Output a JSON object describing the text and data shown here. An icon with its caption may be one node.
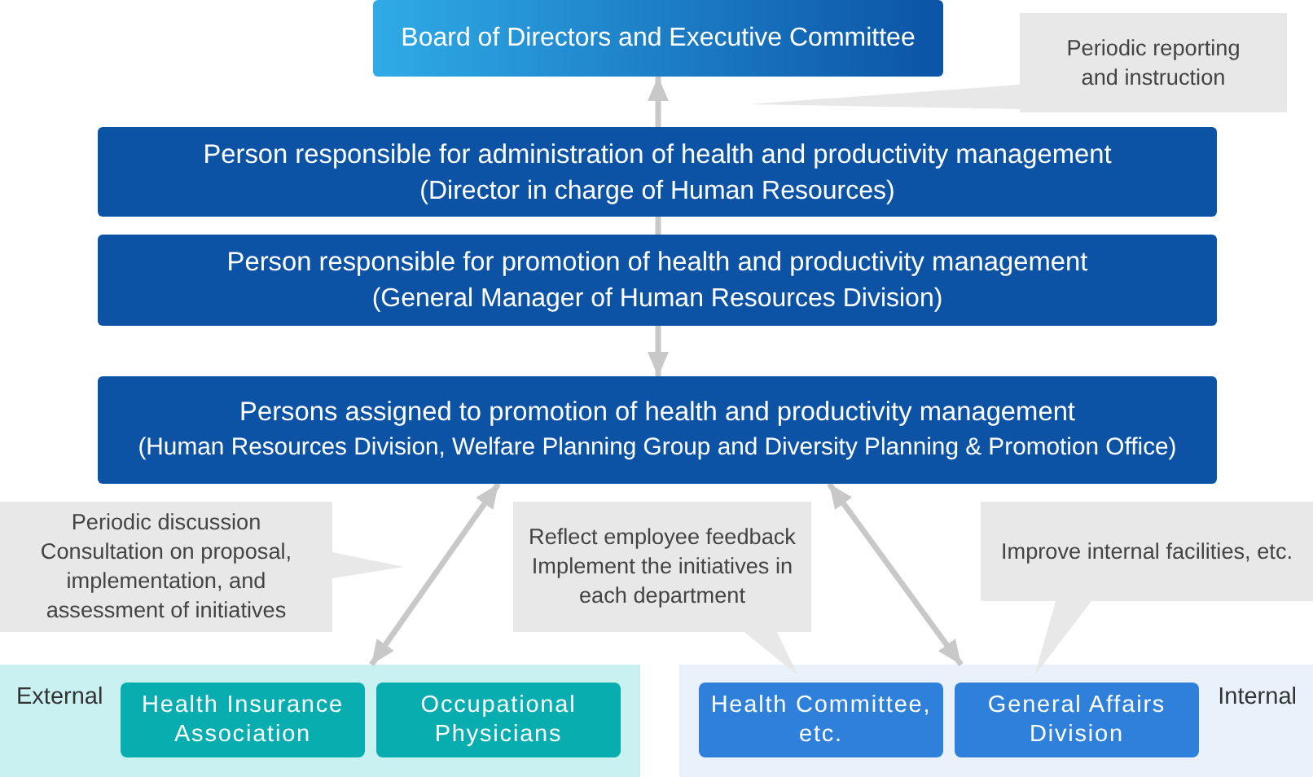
{
  "diagram": {
    "nodes": [
      {
        "text": [
          "Board of Directors and Executive Committee"
        ]
      },
      {
        "text": [
          "Periodic reporting and instruction"
        ]
      },
      {
        "text": [
          "Person responsible for administration of health and productivity management",
          "(Director in charge of Human Resources)"
        ]
      },
      {
        "text": [
          "Person responsible for promotion of health and productivity management",
          "(General Manager of Human Resources Division)"
        ]
      },
      {
        "text": [
          "Persons assigned to promotion of health and productivity management",
          "(Human Resources Division, Welfare Planning Group and Diversity Planning & Promotion Office)"
        ]
      },
      {
        "text": [
          "Periodic discussion",
          "Consultation on proposal, implementation, and assessment of initiatives"
        ]
      },
      {
        "text": [
          "Reflect employee feedback",
          "Implement the initiatives in each department"
        ]
      },
      {
        "text": [
          "Improve internal facilities, etc."
        ]
      },
      {
        "text": [
          "External"
        ]
      },
      {
        "text": [
          "Health Insurance Association"
        ],
        "in": 8
      },
      {
        "text": [
          "Occupational Physicians"
        ],
        "in": 8
      },
      {
        "text": [
          "Internal"
        ]
      },
      {
        "text": [
          "Health Committee, etc."
        ],
        "in": 11
      },
      {
        "text": [
          "General Affairs Division"
        ],
        "in": 11
      }
    ],
    "edges": [
      {
        "from": 2,
        "to": 0,
        "arrow": "to"
      },
      {
        "from": 2,
        "to": 3,
        "arrow": "none"
      },
      {
        "from": 3,
        "to": 4,
        "arrow": "to"
      },
      {
        "from": 4,
        "to": 8,
        "arrow": "both"
      },
      {
        "from": 4,
        "to": 11,
        "arrow": "both"
      }
    ]
  }
}
